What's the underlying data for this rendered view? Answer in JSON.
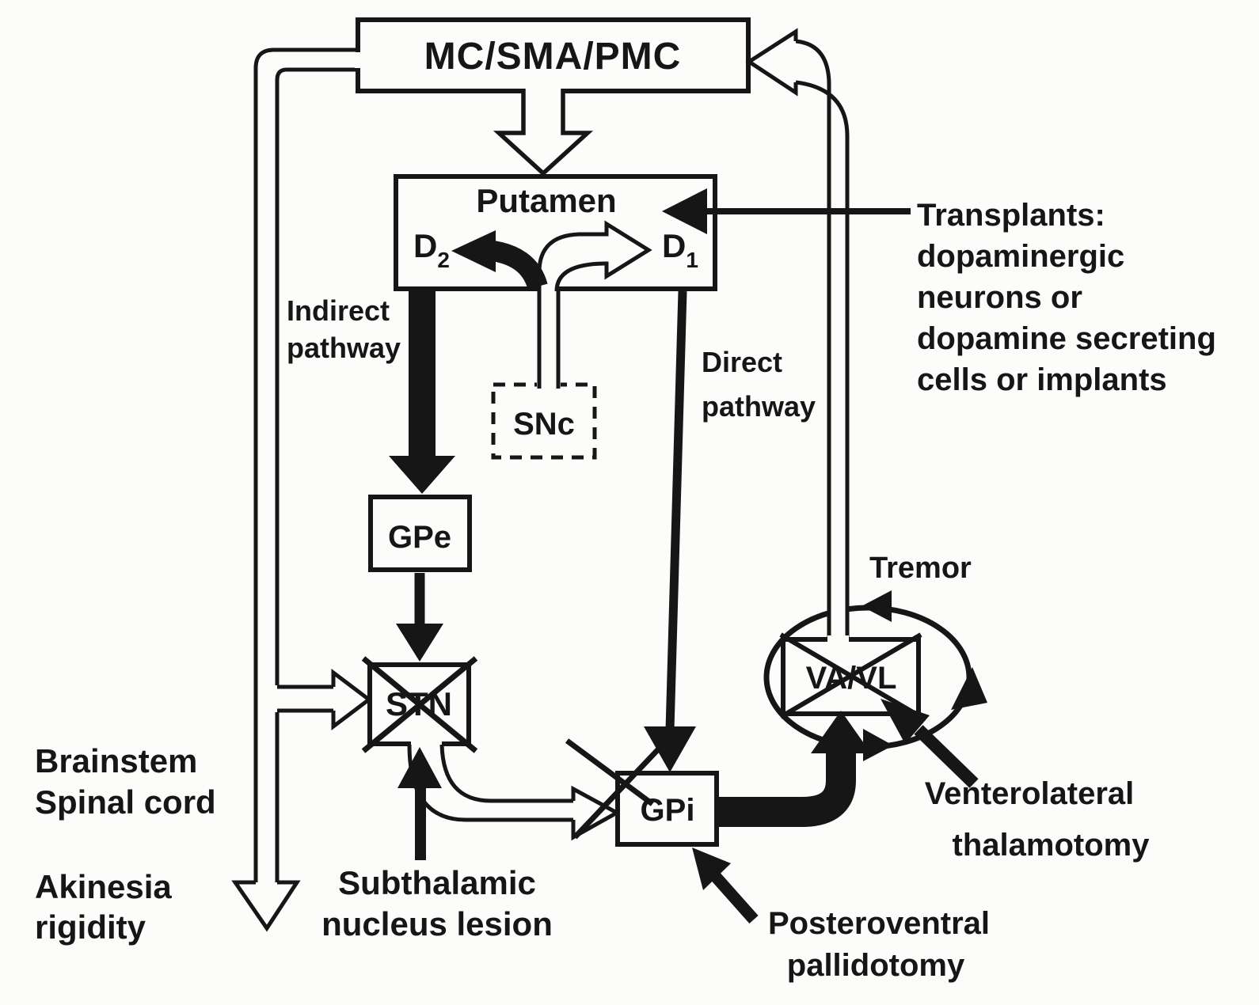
{
  "colors": {
    "ink": "#161616",
    "paper": "#fcfcfa"
  },
  "nodes": {
    "cortex": "MC/SMA/PMC",
    "putamen": "Putamen",
    "d2": {
      "base": "D",
      "sub": "2"
    },
    "d1": {
      "base": "D",
      "sub": "1"
    },
    "snc": "SNc",
    "gpe": "GPe",
    "stn": "STN",
    "gpi": "GPi",
    "thalamus": "VA/VL"
  },
  "labels": {
    "indirect_pathway": [
      "Indirect",
      "pathway"
    ],
    "direct_pathway": [
      "Direct",
      "pathway"
    ],
    "transplants": [
      "Transplants:",
      "dopaminergic",
      "neurons or",
      "dopamine secreting",
      "cells or implants"
    ],
    "tremor": "Tremor",
    "brainstem": [
      "Brainstem",
      "Spinal cord"
    ],
    "akinesia": [
      "Akinesia",
      "rigidity"
    ],
    "subthalamic_lesion": [
      "Subthalamic",
      "nucleus lesion"
    ],
    "ventrolateral_thalamotomy": [
      "Venterolateral",
      "thalamotomy"
    ],
    "posteroventral_pallidotomy": [
      "Posteroventral",
      "pallidotomy"
    ]
  }
}
